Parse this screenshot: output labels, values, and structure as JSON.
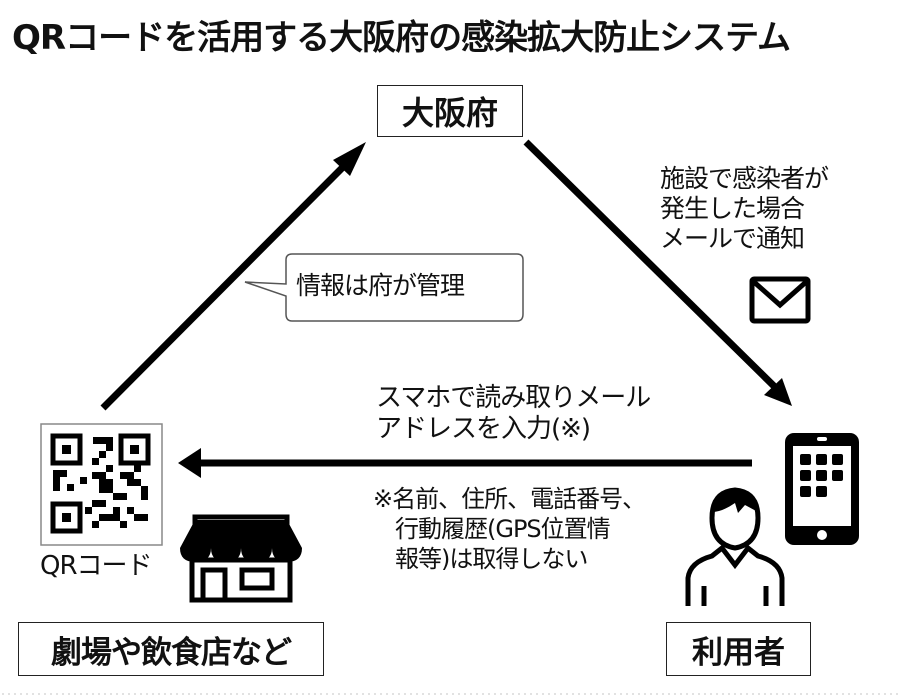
{
  "title": "QRコードを活用する大阪府の感染拡大防止システム",
  "nodes": {
    "osaka": "大阪府",
    "venue": "劇場や飲食店など",
    "user": "利用者"
  },
  "labels": {
    "info_managed": "情報は府が管理",
    "notify_lines": [
      "施設で感染者が",
      "発生した場合",
      "メールで通知"
    ],
    "scan_lines": [
      "スマホで読み取りメール",
      "アドレスを入力(※)"
    ],
    "note_lines": [
      "※名前、住所、電話番号、",
      "行動履歴(GPS位置情",
      "報等)は取得しない"
    ],
    "qr_label": "QRコード"
  },
  "icons": [
    "mail-envelope-icon",
    "qr-code-icon",
    "storefront-icon",
    "tablet-icon",
    "person-icon"
  ],
  "flows": [
    {
      "from": "venue",
      "to": "osaka",
      "label": "info_managed"
    },
    {
      "from": "osaka",
      "to": "user",
      "label": "notify_lines"
    },
    {
      "from": "user",
      "to": "venue",
      "label": "scan_lines"
    }
  ]
}
